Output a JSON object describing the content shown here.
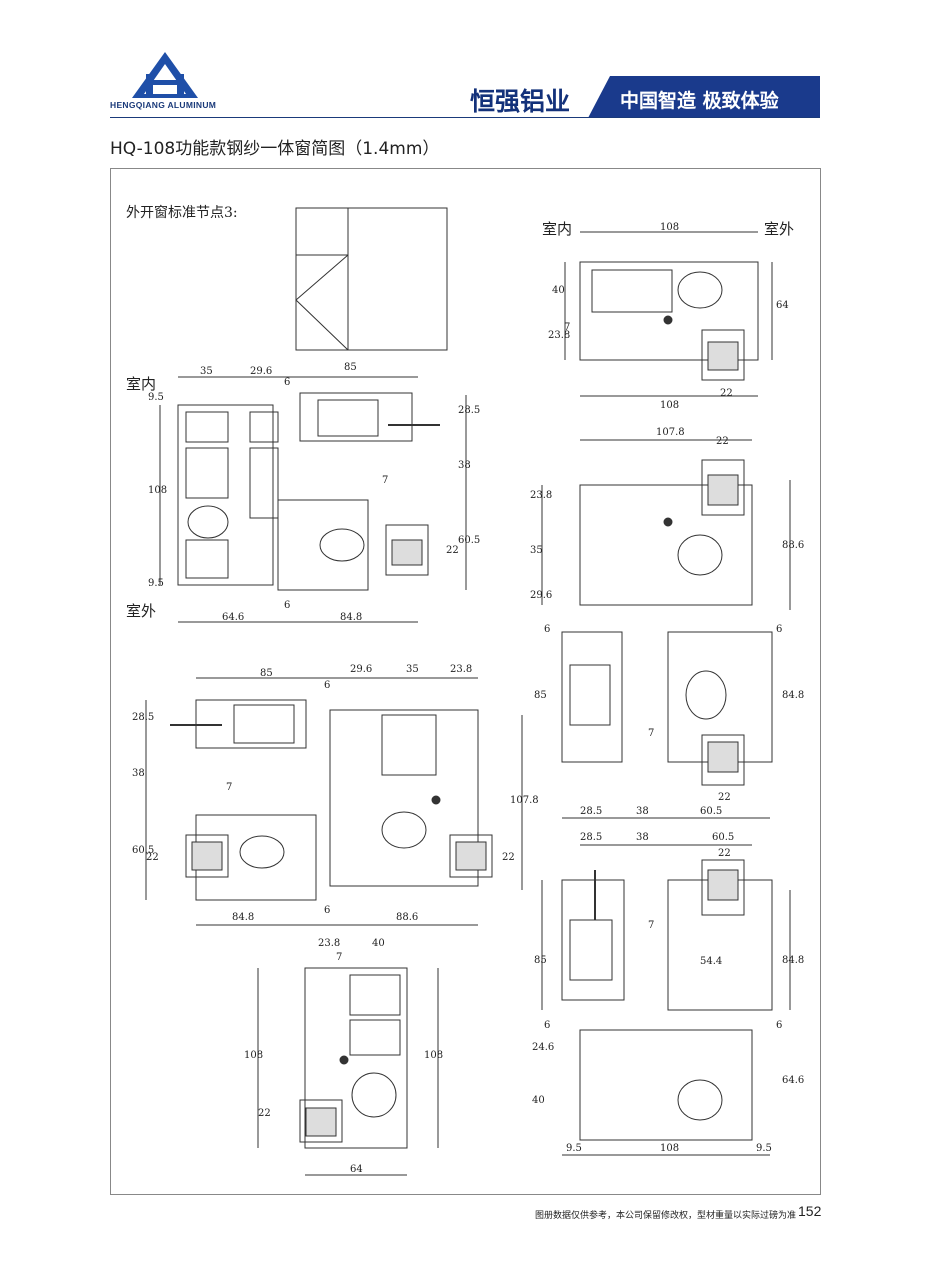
{
  "header": {
    "logo_text": "HENGQIANG ALUMINUM",
    "brand": "恒强铝业",
    "slogan": "中国智造 极致体验"
  },
  "page_title": "HQ-108功能款钢纱一体窗简图（1.4mm）",
  "drawing": {
    "caption": "外开窗标准节点3:",
    "room_inside": "室内",
    "room_outside": "室外",
    "dims": {
      "d108": "108",
      "d64": "64",
      "d40": "40",
      "d23_8": "23.8",
      "d7": "7",
      "d22": "22",
      "d107_8": "107.8",
      "d35": "35",
      "d88_6": "88.6",
      "d29_6": "29.6",
      "d6": "6",
      "d85": "85",
      "d84_8": "84.8",
      "d28_5": "28.5",
      "d38": "38",
      "d60_5": "60.5",
      "d9_5": "9.5",
      "d64_6": "64.6",
      "d54_4": "54.4",
      "d24_6": "24.6"
    }
  },
  "footer": {
    "note": "图册数据仅供参考，本公司保留修改权，型材重量以实际过磅为准",
    "page_number": "152"
  },
  "colors": {
    "brand_blue": "#13317a",
    "banner_blue": "#1a3a8c",
    "logo_blue": "#1f4fa8"
  }
}
